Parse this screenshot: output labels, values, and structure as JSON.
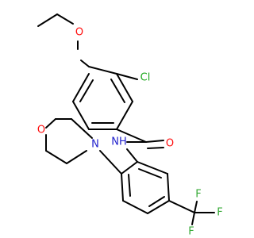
{
  "molecule": {
    "atoms": {
      "O_ethoxy": "O",
      "Cl": "Cl",
      "O_carbonyl": "O",
      "NH": "NH",
      "N_morpholine": "N",
      "O_morpholine": "O",
      "F1": "F",
      "F2": "F",
      "F3": "F"
    },
    "colors": {
      "bond": "#000000",
      "oxygen": "#ff0d0d",
      "chlorine": "#1fa81f",
      "nitrogen": "#1f1fcc",
      "fluorine": "#33a833"
    }
  }
}
